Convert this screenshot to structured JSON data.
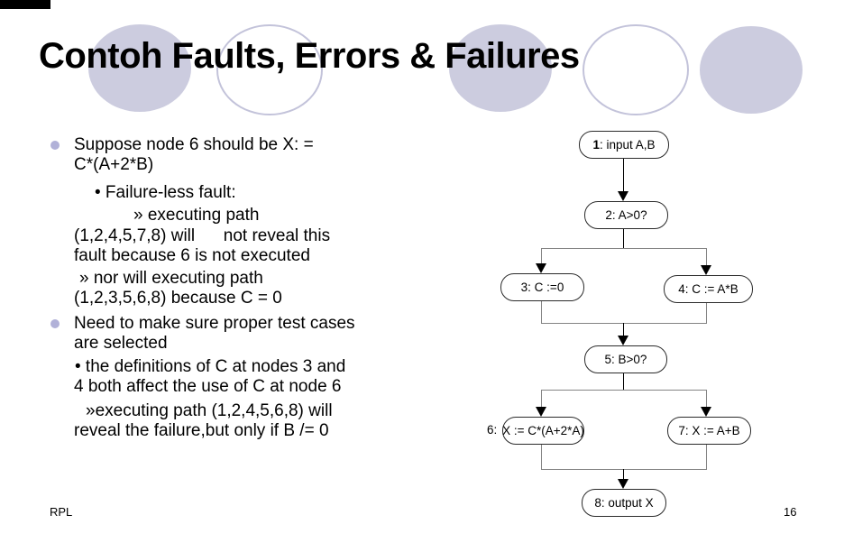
{
  "slide": {
    "title": "Contoh Faults, Errors & Failures",
    "footer": "RPL",
    "page_number": "16"
  },
  "body": {
    "lines": [
      "Suppose node 6 should be X: =",
      "C*(A+2*B)",
      "• Failure-less fault:",
      "» executing path",
      "(1,2,4,5,7,8) will      not reveal this",
      "fault because 6 is not executed",
      "» nor will executing path",
      "(1,2,3,5,6,8) because C = 0",
      "Need to make sure proper test cases",
      "are selected",
      "• the definitions of C at nodes 3 and",
      "4 both affect the use of C at node 6",
      "»executing path (1,2,4,5,6,8) will",
      "reveal the failure,but only if B /= 0"
    ]
  },
  "diagram": {
    "node1_num": "1",
    "node1_rest": ": input A,B",
    "node2": "2: A>0?",
    "node3": "3: C :=0",
    "node4": "4: C := A*B",
    "node5": "5: B>0?",
    "node6_prefix": "6:",
    "node6": "X := C*(A+2*A)",
    "node7": "7: X := A+B",
    "node8": "8: output X"
  },
  "colors": {
    "ellipse_fill": "#ccccdf",
    "ellipse_outline": "#c3c3da",
    "bullet": "#b1b1d8",
    "connector_gray": "#848484",
    "text": "#000000"
  }
}
